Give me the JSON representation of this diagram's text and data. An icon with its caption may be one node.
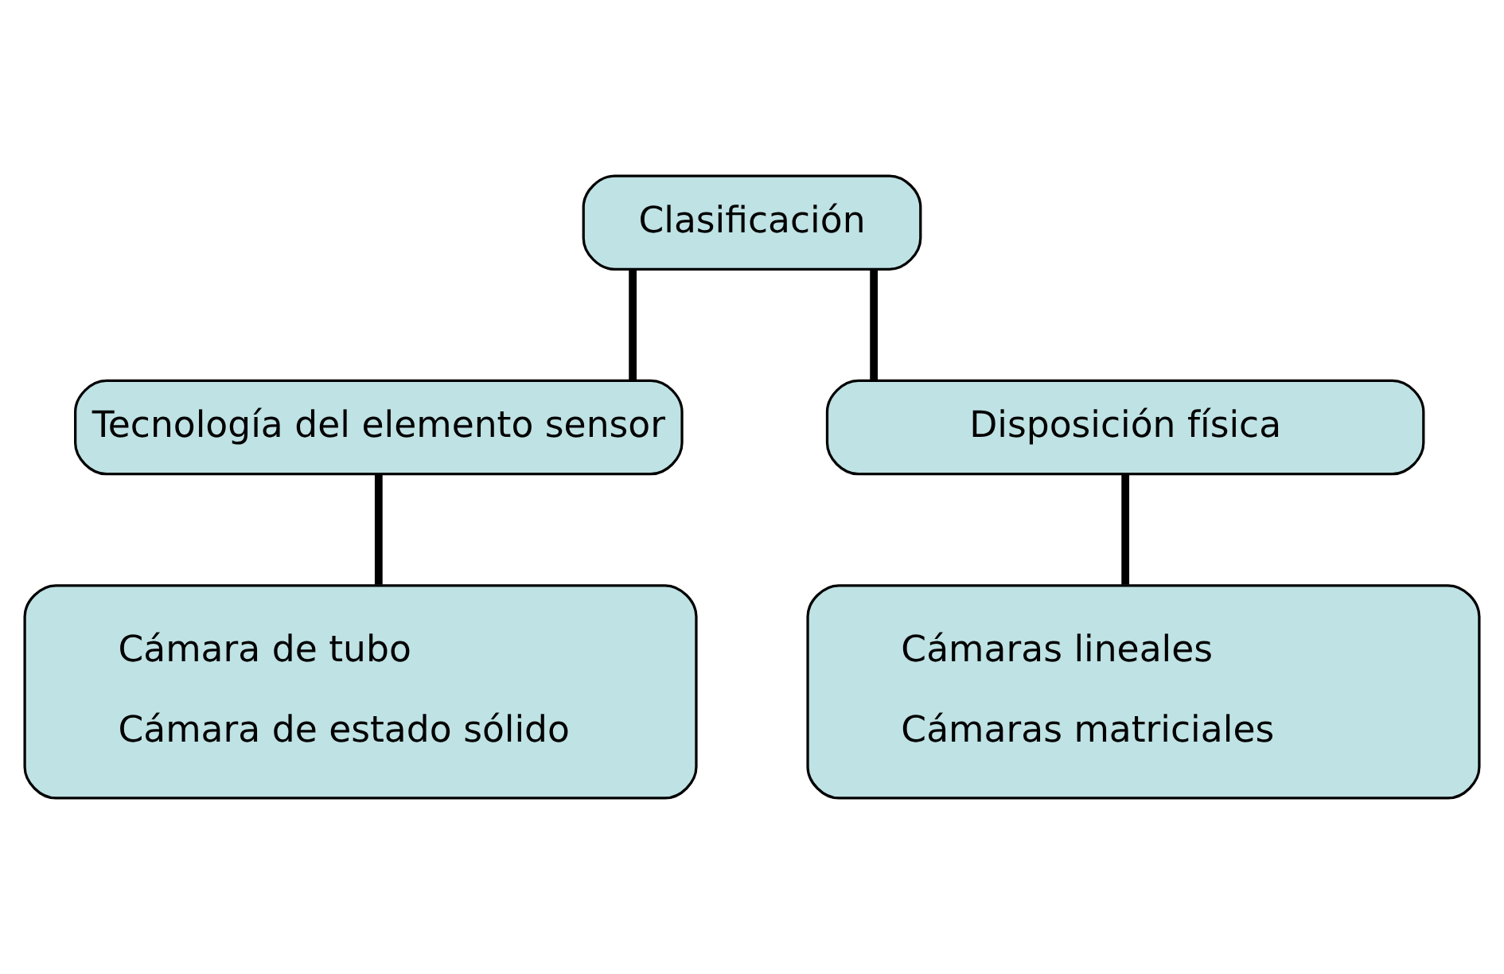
{
  "diagram": {
    "nodes": [
      {
        "text": [
          "Clasificación"
        ]
      },
      {
        "text": [
          "Tecnología del elemento sensor"
        ]
      },
      {
        "text": [
          "Cámara de tubo",
          "Cámara de estado sólido"
        ]
      },
      {
        "text": [
          "Disposición física"
        ]
      },
      {
        "text": [
          "Cámaras lineales",
          "Cámaras matriciales"
        ]
      }
    ],
    "edges": [
      {
        "from": 0,
        "to": 1,
        "arrow": "none"
      },
      {
        "from": 1,
        "to": 2,
        "arrow": "none"
      },
      {
        "from": 0,
        "to": 3,
        "arrow": "none"
      },
      {
        "from": 3,
        "to": 4,
        "arrow": "none"
      }
    ]
  }
}
